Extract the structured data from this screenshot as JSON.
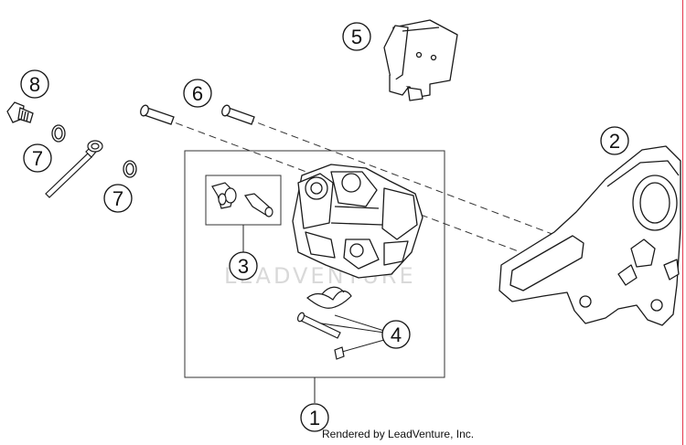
{
  "diagram": {
    "callouts": {
      "c1": "1",
      "c2": "2",
      "c3": "3",
      "c4": "4",
      "c5": "5",
      "c6": "6",
      "c7a": "7",
      "c7b": "7",
      "c8": "8"
    },
    "watermark": "LEADVENTURE",
    "footer": "Rendered by LeadVenture, Inc."
  },
  "colors": {
    "line": "#1a1a1a",
    "watermark": "#d9d9d9",
    "edge_accent": "#e4364b"
  }
}
